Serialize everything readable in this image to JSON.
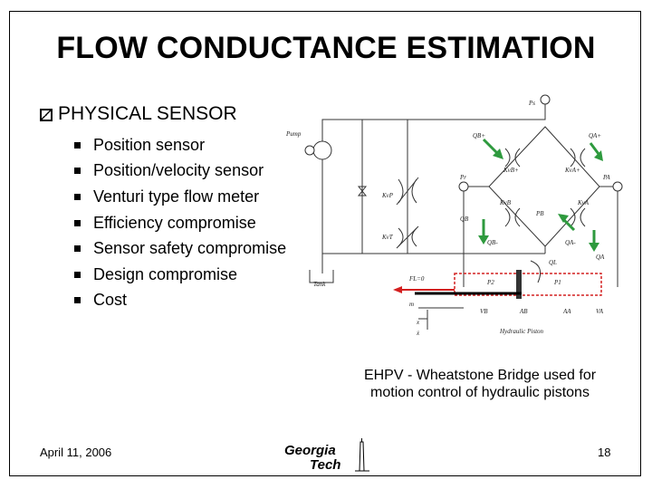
{
  "slide": {
    "title": "FLOW CONDUCTANCE ESTIMATION",
    "main_bullet": "PHYSICAL SENSOR",
    "sub_bullets": [
      "Position sensor",
      "Position/velocity sensor",
      "Venturi type flow meter",
      "Efficiency compromise",
      "Sensor safety compromise",
      "Design compromise",
      "Cost"
    ],
    "caption": "EHPV - Wheatstone Bridge used for motion control of hydraulic pistons",
    "date": "April 11, 2006",
    "page_number": "18"
  },
  "logo": {
    "line1": "Georgia",
    "line2": "Tech"
  },
  "diagram": {
    "labels": {
      "pump": "Pump",
      "tank": "Tank",
      "ps": "Ps",
      "pr": "Pr",
      "pa": "PA",
      "pb": "PB",
      "qb": "QB",
      "qa": "QA",
      "qbr": "QB-",
      "qar": "QA-",
      "qbs": "QB+",
      "qas": "QA+",
      "kvb": "KvB",
      "kva": "KvA",
      "kvbs": "KvB+",
      "kvas": "KvA+",
      "kvp": "KvP",
      "kvt": "KvT",
      "ql": "QL",
      "fl": "FL=0",
      "m": "m",
      "x": "x",
      "xdot": "ẋ",
      "p2": "P2",
      "p1": "P1",
      "vb": "VB",
      "ab": "AB",
      "aa": "AA",
      "va": "VA",
      "piston": "Hydraulic Piston"
    },
    "colors": {
      "arrow": "#2e9a3e",
      "piston": "#d42020",
      "line": "#333333"
    }
  }
}
